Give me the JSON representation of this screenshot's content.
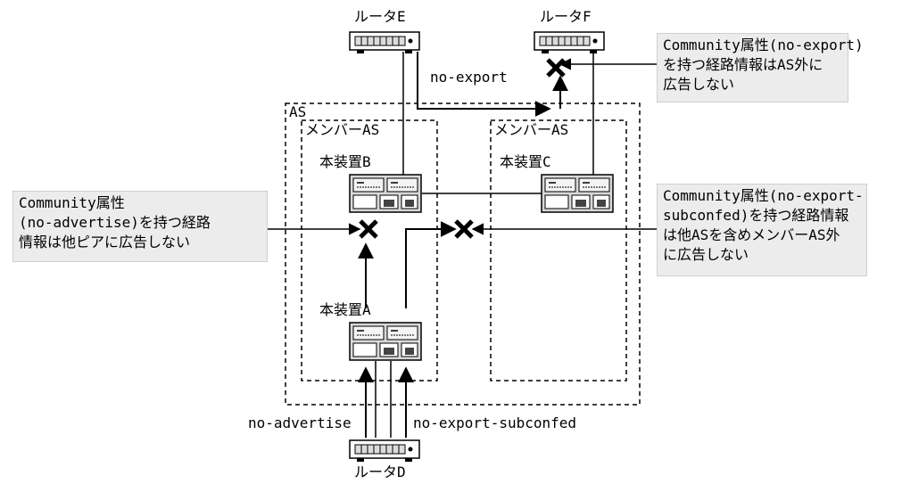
{
  "devices": {
    "router_e": "ルータE",
    "router_f": "ルータF",
    "router_d": "ルータD",
    "device_a": "本装置A",
    "device_b": "本装置B",
    "device_c": "本装置C"
  },
  "areas": {
    "as": "AS",
    "member_as_left": "メンバーAS",
    "member_as_right": "メンバーAS"
  },
  "flows": {
    "no_export": "no-export",
    "no_advertise": "no-advertise",
    "no_export_subconfed": "no-export-subconfed"
  },
  "notes": {
    "no_export": [
      "Community属性(no-export)",
      "を持つ経路情報はAS外に",
      "広告しない"
    ],
    "no_advertise": [
      "Community属性",
      "(no-advertise)を持つ経路",
      "情報は他ピアに広告しない"
    ],
    "no_export_subconfed": [
      "Community属性(no-export-",
      "subconfed)を持つ経路情報",
      "は他ASを含めメンバーAS外",
      "に広告しない"
    ]
  },
  "colors": {
    "note_bg": "#ececec",
    "line": "#000000"
  }
}
